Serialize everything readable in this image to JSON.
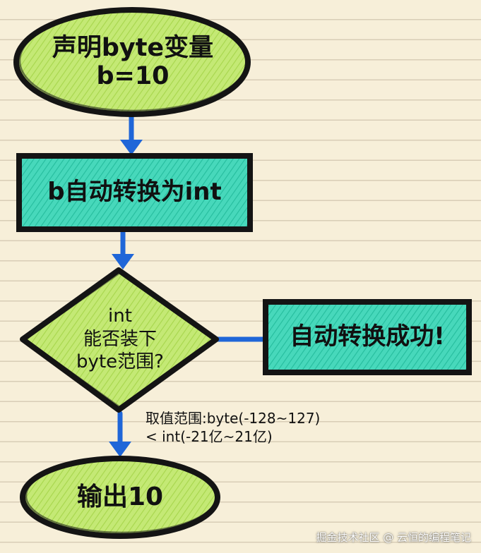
{
  "colors": {
    "paper": "#f7efd9",
    "ruled_line": "#d8cdb6",
    "lime_fill": "#bfe66a",
    "teal_fill": "#3ed3b5",
    "outline": "#141414",
    "arrow": "#1f66d8"
  },
  "nodes": {
    "start": {
      "line1": "声明byte变量",
      "line2": "b=10"
    },
    "convert": {
      "label": "b自动转换为int"
    },
    "decision": {
      "line1": "int",
      "line2": "能否装下",
      "line3": "byte范围?"
    },
    "success": {
      "label": "自动转换成功!"
    },
    "end": {
      "label": "输出10"
    }
  },
  "annotation": {
    "line1": "取值范围:byte(-128~127)",
    "line2": "< int(-21亿~21亿)"
  },
  "watermark": "掘金技术社区 @ 云恒的编程笔记"
}
